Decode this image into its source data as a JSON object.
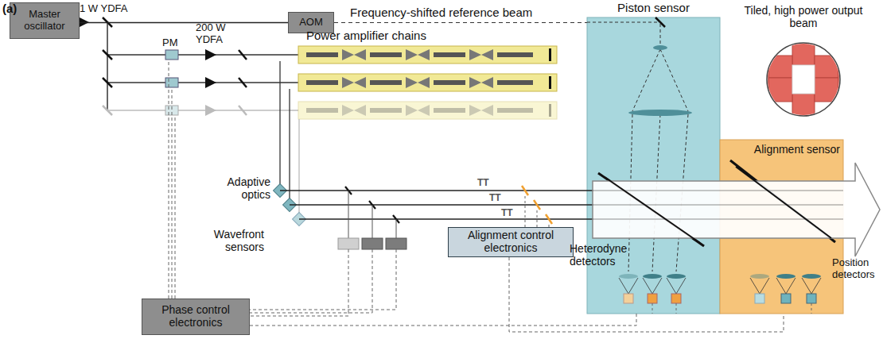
{
  "diagram": {
    "nodes": [
      {
        "text": [
          "Master oscillator"
        ]
      },
      {
        "text": [
          "AOM"
        ]
      },
      {
        "text": [
          "Piston sensor"
        ]
      },
      {
        "text": [
          "Alignment sensor"
        ]
      },
      {
        "text": [
          "Alignment control electronics"
        ]
      },
      {
        "text": [
          "Phase control electronics"
        ]
      }
    ],
    "edges": [
      {
        "from": 0,
        "to": 1,
        "arrow": "none"
      },
      {
        "from": 1,
        "to": 2,
        "arrow": "none"
      },
      {
        "from": 5,
        "to": 2,
        "arrow": "none"
      },
      {
        "from": 4,
        "to": 3,
        "arrow": "none"
      }
    ],
    "labels": [
      "(a)",
      "1 W YDFA",
      "Frequency-shifted reference beam",
      "PM",
      "200 W YDFA",
      "Power amplifier chains",
      "Tiled, high power output beam",
      "Adaptive optics",
      "Wavefront sensors",
      "TT",
      "TT",
      "TT",
      "Heterodyne detectors",
      "Position detectors"
    ]
  }
}
